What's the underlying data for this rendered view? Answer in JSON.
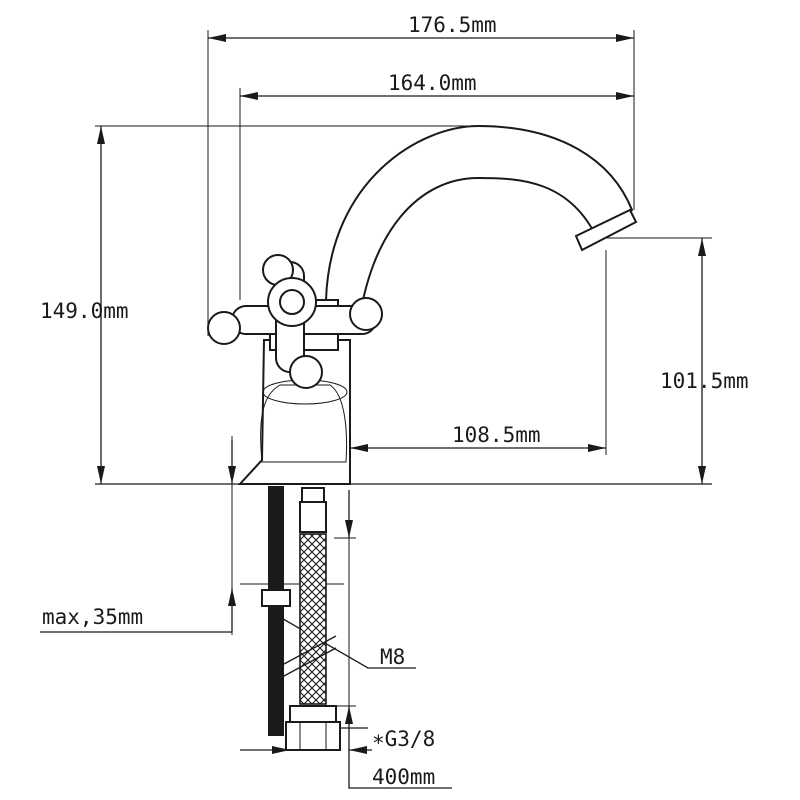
{
  "dimensions": {
    "overall_width": "176.5mm",
    "spout_reach_top": "164.0mm",
    "total_height": "149.0mm",
    "spout_height": "101.5mm",
    "spout_reach": "108.5mm",
    "max_thickness": "max,35mm",
    "thread": "M8",
    "connector": "∗G3/8",
    "hose_length": "400mm"
  },
  "colors": {
    "line": "#1a1a1a",
    "background": "#ffffff"
  }
}
